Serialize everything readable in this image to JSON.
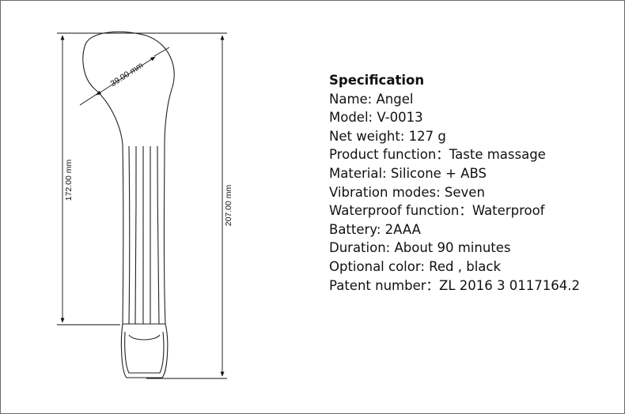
{
  "diagram": {
    "dimensions": {
      "width_label": "39.00 mm",
      "inner_length_label": "172.00 mm",
      "total_length_label": "207.00 mm"
    }
  },
  "spec": {
    "heading": "Specification",
    "lines": [
      "Name: Angel",
      "Model: V-0013",
      "Net weight: 127 g",
      "Product function：Taste massage",
      "Material: Silicone + ABS",
      "Vibration modes: Seven",
      "Waterproof function：Waterproof",
      "Battery: 2AAA",
      "Duration: About 90 minutes",
      "Optional color: Red , black",
      "Patent number：ZL 2016 3 0117164.2"
    ]
  }
}
